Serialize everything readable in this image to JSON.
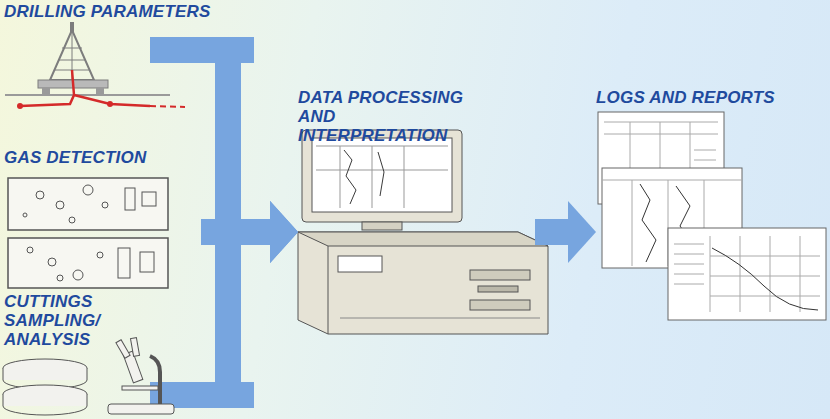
{
  "diagram": {
    "nodes": [
      {
        "text": [
          "DRILLING PARAMETERS"
        ]
      },
      {
        "text": [
          "GAS DETECTION"
        ]
      },
      {
        "text": [
          "CUTTINGS SAMPLING/ ANALYSIS"
        ]
      },
      {
        "text": [
          "DATA PROCESSING AND INTERPRETATION"
        ]
      },
      {
        "text": [
          "LOGS AND REPORTS"
        ]
      }
    ],
    "edges": [
      {
        "from": 0,
        "to": 3,
        "arrow": "to"
      },
      {
        "from": 1,
        "to": 3,
        "arrow": "to"
      },
      {
        "from": 2,
        "to": 3,
        "arrow": "to"
      },
      {
        "from": 3,
        "to": 4,
        "arrow": "to"
      }
    ]
  }
}
